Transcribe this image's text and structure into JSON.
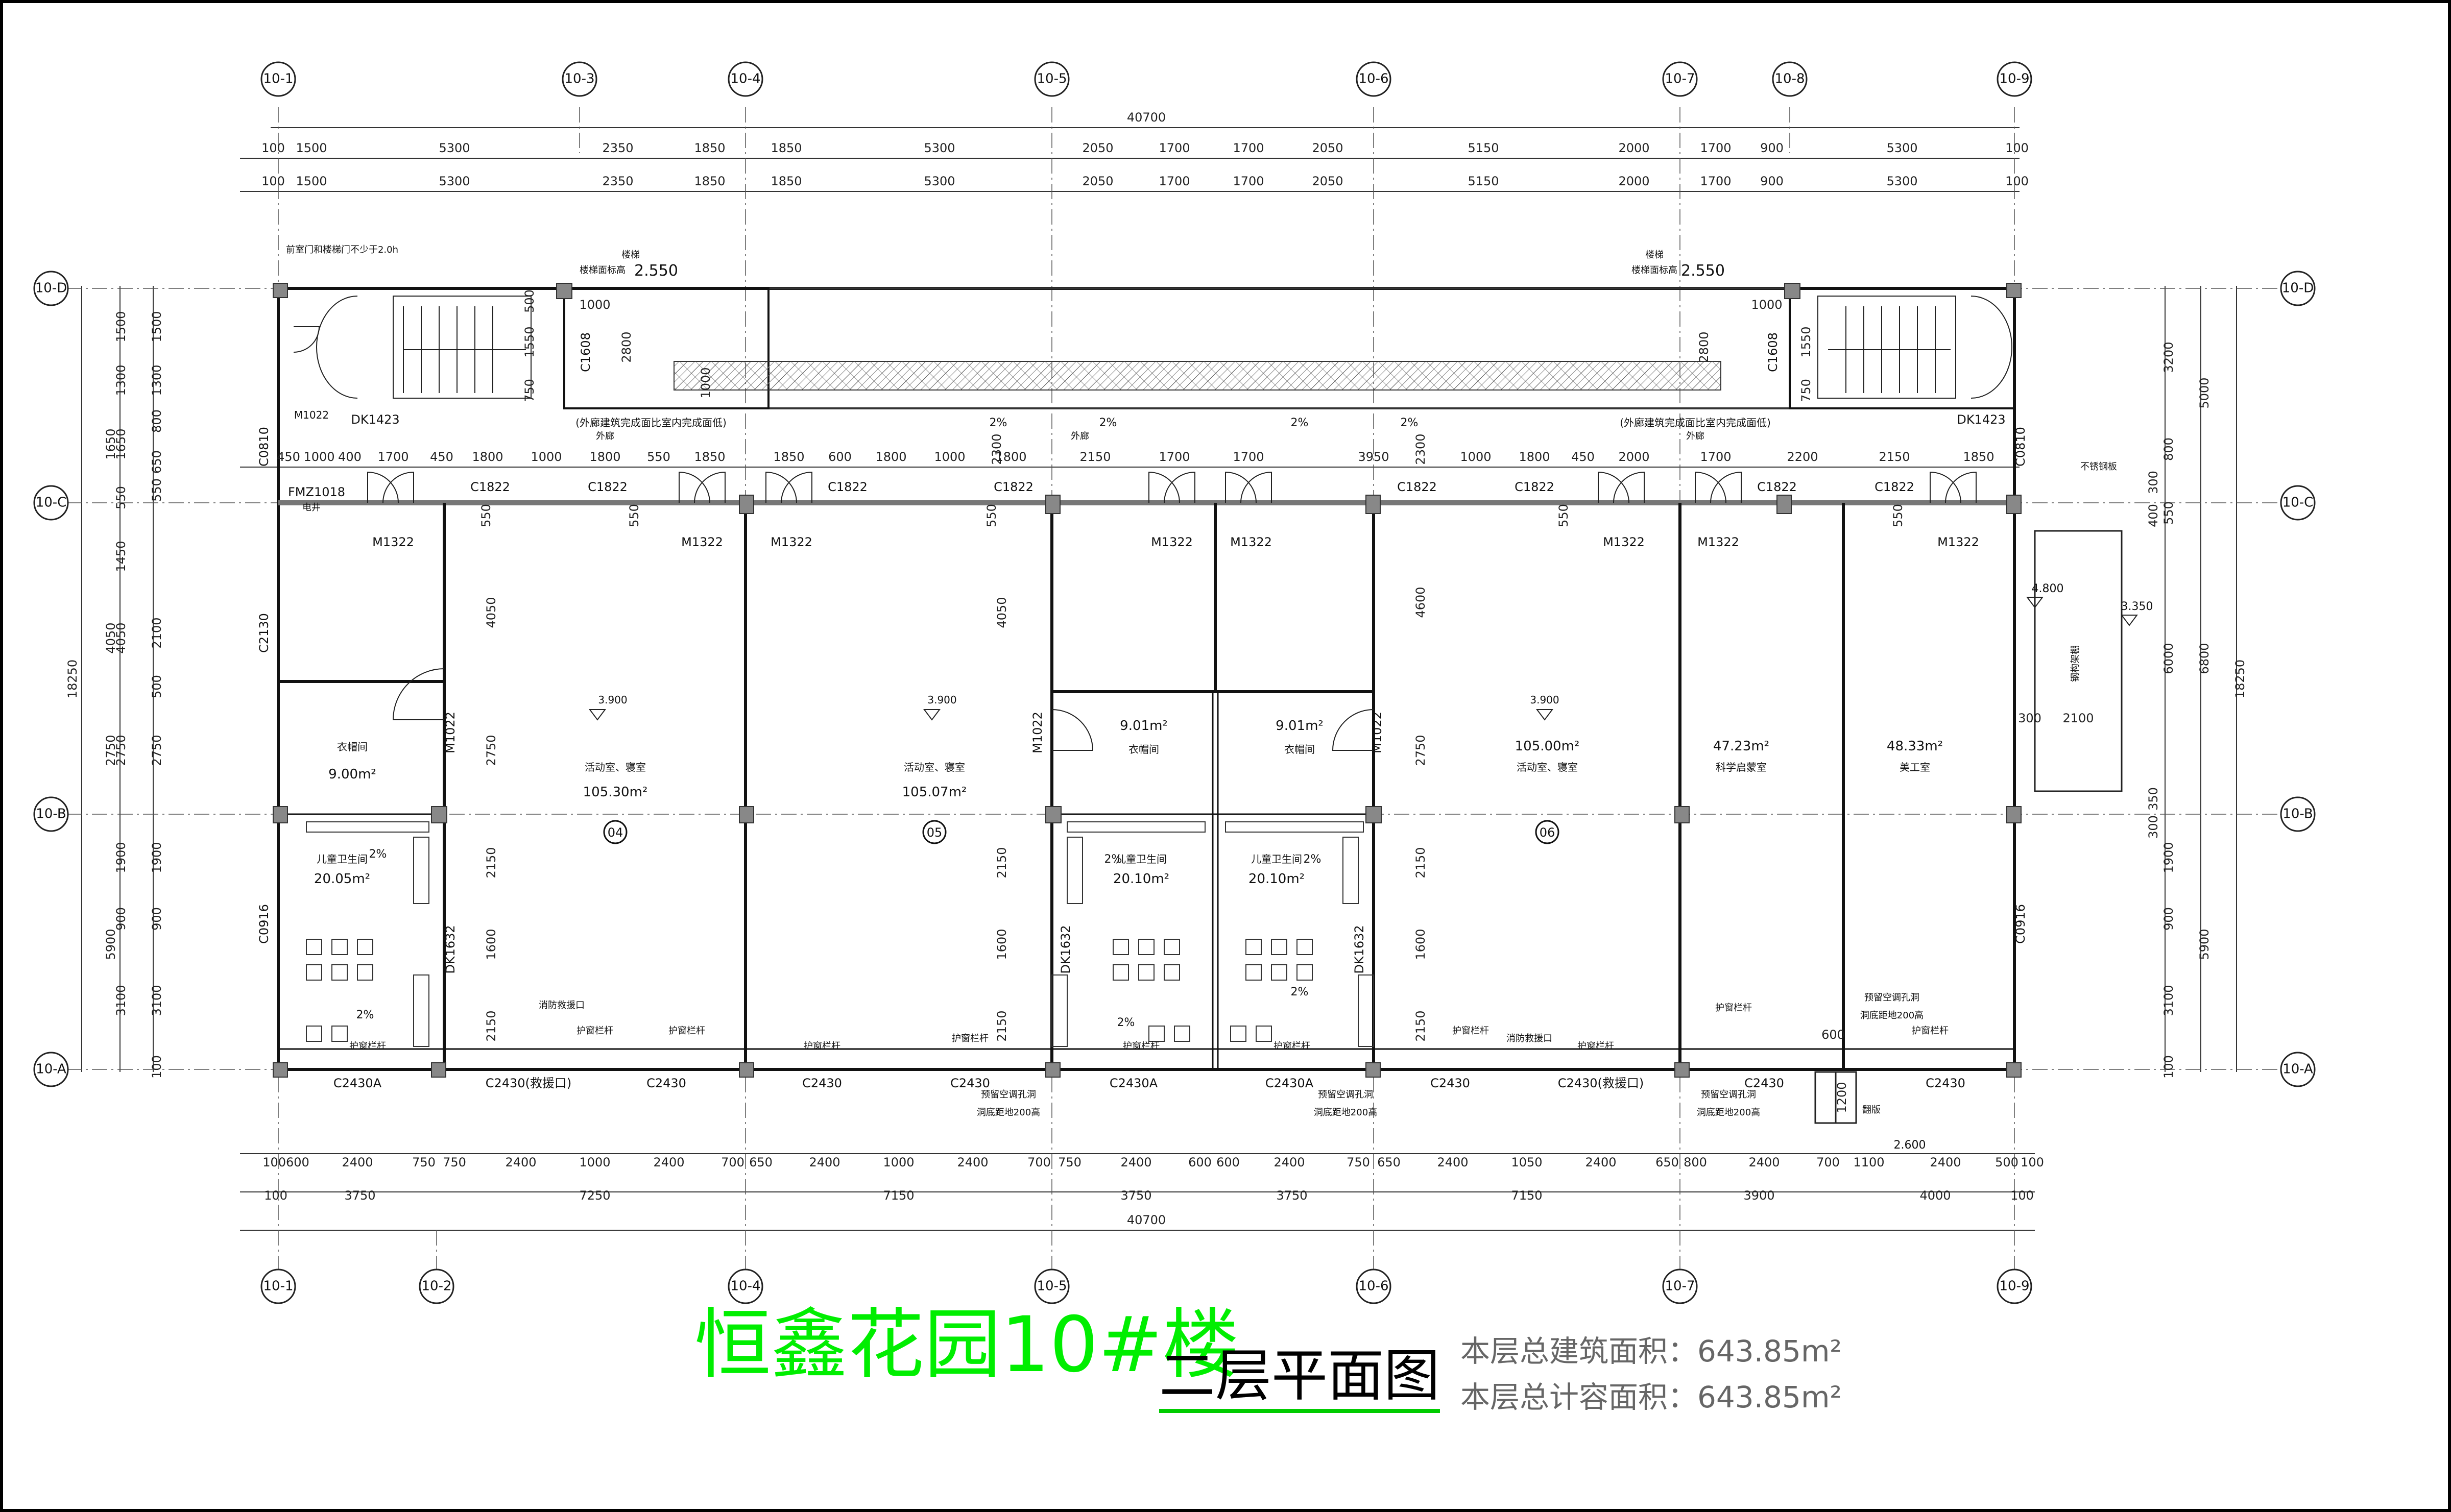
{
  "title": {
    "main": "恒鑫花园10#楼",
    "sub": "二层平面图",
    "area_building": "本层总建筑面积：643.85m²",
    "area_capacity": "本层总计容面积：643.85m²"
  },
  "axes": {
    "top": [
      "10-1",
      "10-3",
      "10-4",
      "10-5",
      "10-6",
      "10-7",
      "10-8",
      "10-9"
    ],
    "bottom": [
      "10-1",
      "10-2",
      "10-4",
      "10-5",
      "10-6",
      "10-7",
      "10-9"
    ],
    "left": [
      "10-D",
      "10-C",
      "10-B",
      "10-A"
    ],
    "right": [
      "10-D",
      "10-C",
      "10-B",
      "10-A"
    ]
  },
  "dimensions": {
    "total": "40700",
    "top_row1": [
      "100",
      "1500",
      "5300",
      "2350",
      "1850",
      "1850",
      "5300",
      "2050",
      "1700",
      "1700",
      "2050",
      "5150",
      "2000",
      "1700",
      "900",
      "5300",
      "100"
    ],
    "top_row2": [
      "100",
      "1500",
      "5300",
      "2350",
      "1850",
      "1850",
      "5300",
      "2050",
      "1700",
      "1700",
      "2050",
      "5150",
      "2000",
      "1700",
      "900",
      "5300",
      "100"
    ],
    "top_row3": [
      "450",
      "1000",
      "400",
      "1700",
      "450",
      "1800",
      "1000",
      "1800",
      "550",
      "1850",
      "1850",
      "600",
      "1800",
      "1000",
      "1800",
      "2150",
      "1700",
      "1700",
      "3950",
      "1000",
      "1800",
      "450",
      "2000",
      "1700",
      "2200",
      "2150",
      "1850"
    ],
    "bottom_row1": [
      "100600",
      "2400",
      "750",
      "750",
      "2400",
      "1000",
      "2400",
      "700",
      "650",
      "2400",
      "1000",
      "2400",
      "700",
      "750",
      "2400",
      "600",
      "600",
      "2400",
      "750",
      "650",
      "2400",
      "1050",
      "2400",
      "650",
      "800",
      "2400",
      "700",
      "1100",
      "2400",
      "500",
      "100"
    ],
    "bottom_row2": [
      "100",
      "3750",
      "7250",
      "7150",
      "3750",
      "3750",
      "7150",
      "3900",
      "4000",
      "100"
    ],
    "left_outer": "18250",
    "left_mid": [
      "1650",
      "4050",
      "2750",
      "5900"
    ],
    "left_inner": [
      "1500",
      "1300",
      "1650",
      "550",
      "1450",
      "4050",
      "2750",
      "1900",
      "900",
      "3100"
    ],
    "left_inner2": [
      "1500",
      "1300",
      "800",
      "650",
      "550",
      "2100",
      "500",
      "2750",
      "1900",
      "900",
      "3100",
      "100"
    ],
    "right_outer": "18250",
    "right_mid": [
      "5000",
      "6800",
      "5900"
    ],
    "right_inner": [
      "3200",
      "800",
      "550",
      "6000",
      "1900",
      "900",
      "3100",
      "100"
    ],
    "right_inner2": [
      "300",
      "400",
      "350",
      "300"
    ]
  },
  "rooms": [
    {
      "name": "活动室、寝室",
      "area": "105.30m²",
      "level": "3.900",
      "num": "04"
    },
    {
      "name": "活动室、寝室",
      "area": "105.07m²",
      "level": "3.900",
      "num": "05"
    },
    {
      "name": "活动室、寝室",
      "area": "105.00m²",
      "level": "3.900",
      "num": "06"
    },
    {
      "name": "科学启蒙室",
      "area": "47.23m²"
    },
    {
      "name": "美工室",
      "area": "48.33m²"
    },
    {
      "name": "衣帽间",
      "area": "9.00m²"
    },
    {
      "name": "衣帽间",
      "area": "9.01m²"
    },
    {
      "name": "衣帽间",
      "area": "9.01m²"
    },
    {
      "name": "儿童卫生间",
      "area": "20.05m²"
    },
    {
      "name": "儿童卫生间",
      "area": "20.10m²"
    },
    {
      "name": "儿童卫生间",
      "area": "20.10m²"
    }
  ],
  "labels": {
    "door_m1322": "M1322",
    "door_m1022": "M1022",
    "door_dk1632": "DK1632",
    "door_dk1423": "DK1423",
    "door_fmz": "FMZ1018",
    "win_c1822": "C1822",
    "win_c2430": "C2430",
    "win_c2430a": "C2430A",
    "win_c2430_rk": "C2430(救援口)",
    "win_c1608": "C1608",
    "win_c0916": "C0916",
    "win_c2130": "C2130",
    "win_c0810": "C0810",
    "level_2550": "2.550",
    "level_4800": "4.800",
    "level_3350": "3.350",
    "level_2600": "2.600",
    "slope": "2%",
    "corridor_note": "(外廊建筑完成面比室内完成面低)",
    "corridor_word": "外廊",
    "railing": "护窗栏杆",
    "ac_note": "预留空调孔洞",
    "ac_note2": "洞底距地200高",
    "ac_200": "200",
    "fire_window": "消防救援口",
    "well": "电井",
    "stair_note": "楼梯",
    "stair_level": "楼梯面标高",
    "pipe_room": "钢构架棚",
    "steel_note": "不锈钢板",
    "fire_door_note": "前室门和楼梯门不少于2.0h",
    "hatch_dim": "1200",
    "w600": "600",
    "d2100": "2100",
    "d300": "300",
    "d1000": "1000",
    "d2800": "2800",
    "d1550": "1550",
    "d750": "750",
    "d500": "500",
    "d2300": "2300",
    "d4600": "4600",
    "d4050": "4050",
    "d2750": "2750",
    "d2150": "2150",
    "d1600": "1600",
    "d550": "550",
    "d2300b": "2300",
    "flap": "翻版"
  }
}
